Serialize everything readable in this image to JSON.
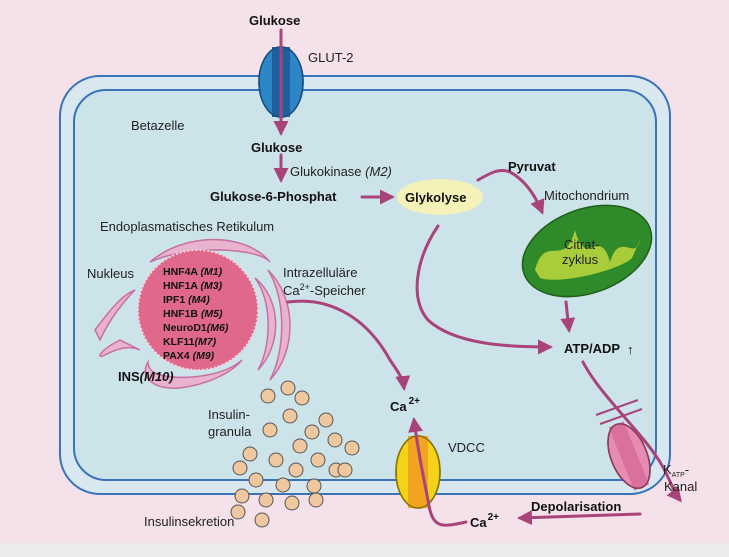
{
  "labels": {
    "glucose_top": "Glukose",
    "glut2": "GLUT-2",
    "betazelle": "Betazelle",
    "glucose_inside": "Glukose",
    "glukokinase": "Glukokinase",
    "glukokinase_gene": "(M2)",
    "g6p": "Glukose-6-Phosphat",
    "glykolyse": "Glykolyse",
    "pyruvat": "Pyruvat",
    "mitochondrium": "Mitochondrium",
    "citrat_line1": "Citrat-",
    "citrat_line2": "zyklus",
    "er": "Endoplasmatisches Retikulum",
    "nukleus": "Nukleus",
    "intra_line1": "Intrazelluläre",
    "intra_line2_prefix": "Ca",
    "intra_line2_sup": "2+",
    "intra_line2_suffix": "-Speicher",
    "atp_adp": "ATP/ADP",
    "atp_arrow": "↑",
    "ca_mid_base": "Ca",
    "ca_mid_sup": "2+",
    "insulin_line1": "Insulin-",
    "insulin_line2": "granula",
    "vdcc": "VDCC",
    "katp_k": "K",
    "katp_sub": "ATP",
    "katp_dash": "-",
    "katp_line2": "Kanal",
    "depolarisation": "Depolarisation",
    "ca_bottom_base": "Ca",
    "ca_bottom_sup": "2+",
    "insulinsekretion": "Insulinsekretion",
    "ins_gene": "INS",
    "ins_code": "(M10)"
  },
  "genes": [
    {
      "name": "HNF4A",
      "code": "(M1)"
    },
    {
      "name": "HNF1A",
      "code": "(M3)"
    },
    {
      "name": "IPF1",
      "code": "(M4)"
    },
    {
      "name": "HNF1B",
      "code": "(M5)"
    },
    {
      "name": "NeuroD1",
      "code": "(M6)"
    },
    {
      "name": "KLF11",
      "code": "(M7)"
    },
    {
      "name": "PAX4",
      "code": "(M9)"
    }
  ],
  "colors": {
    "background": "#f4e1ea",
    "cell_fill": "#cde3ea",
    "cell_border": "#3a73b8",
    "arrow": "#a8447a",
    "nucleus": "#e0688a",
    "er": "#e9b3d0",
    "mito_outer": "#2f8a2a",
    "mito_inner": "#a8cc3a",
    "glykolyse_fill": "#f4f2b8",
    "vdcc": "#f4d21a",
    "katp": "#e68cb3",
    "granule": "#f0c8a0"
  }
}
